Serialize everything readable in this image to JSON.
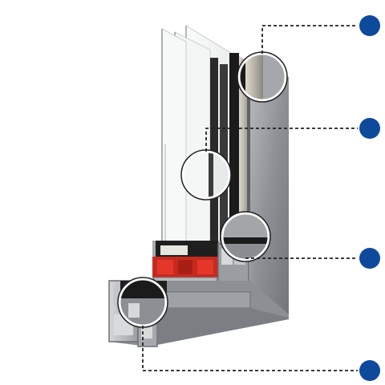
{
  "diagram": {
    "subject": "window-frame-profile-cross-section",
    "colors": {
      "marker_blue": "#0e4a9c",
      "frame_grey": "#8e9196",
      "frame_grey_dark": "#6f7378",
      "glass": "#f3f5f5",
      "gasket_red": "#d8261b",
      "seal_black": "#1b1b1b",
      "leader_line": "#222222",
      "white": "#ffffff"
    },
    "callouts": [
      {
        "id": "callout-1",
        "icon": "circle-marker-icon"
      },
      {
        "id": "callout-2",
        "icon": "circle-marker-icon"
      },
      {
        "id": "callout-3",
        "icon": "circle-marker-icon"
      },
      {
        "id": "callout-4",
        "icon": "circle-marker-icon"
      }
    ]
  }
}
